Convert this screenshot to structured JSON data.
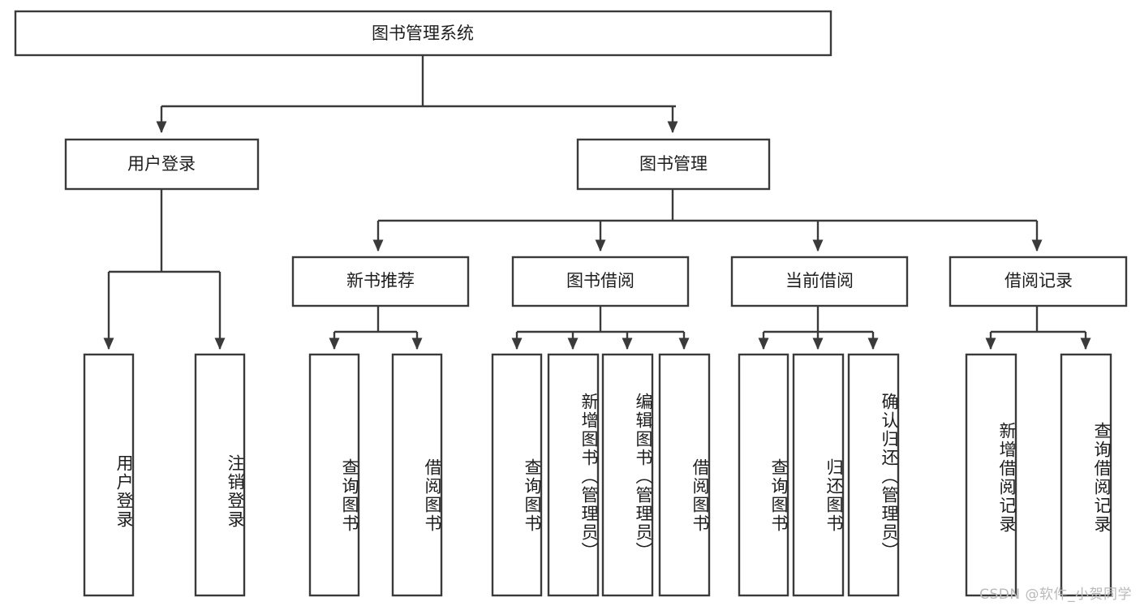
{
  "diagram": {
    "type": "tree-hierarchy-diagram",
    "title": "图书管理系统",
    "root": {
      "id": "root",
      "label": "图书管理系统",
      "orientation": "horizontal"
    },
    "level2": [
      {
        "id": "user-login",
        "label": "用户登录",
        "orientation": "horizontal"
      },
      {
        "id": "book-management",
        "label": "图书管理",
        "orientation": "horizontal"
      }
    ],
    "level3": [
      {
        "id": "new-book-recommend",
        "label": "新书推荐",
        "parent": "book-management",
        "orientation": "horizontal"
      },
      {
        "id": "book-borrow",
        "label": "图书借阅",
        "parent": "book-management",
        "orientation": "horizontal"
      },
      {
        "id": "current-borrow",
        "label": "当前借阅",
        "parent": "book-management",
        "orientation": "horizontal"
      },
      {
        "id": "borrow-record",
        "label": "借阅记录",
        "parent": "book-management",
        "orientation": "horizontal"
      }
    ],
    "leaves": [
      {
        "id": "leaf-user-login",
        "label": "用户登录",
        "parent": "user-login",
        "orientation": "vertical"
      },
      {
        "id": "leaf-user-logout",
        "label": "注销登录",
        "parent": "user-login",
        "orientation": "vertical"
      },
      {
        "id": "leaf-query-book-1",
        "label": "查询图书",
        "parent": "new-book-recommend",
        "orientation": "vertical"
      },
      {
        "id": "leaf-borrow-book-1",
        "label": "借阅图书",
        "parent": "new-book-recommend",
        "orientation": "vertical"
      },
      {
        "id": "leaf-query-book-2",
        "label": "查询图书",
        "parent": "book-borrow",
        "orientation": "vertical"
      },
      {
        "id": "leaf-add-book",
        "label": "新增图书（管理员）",
        "parent": "book-borrow",
        "orientation": "vertical"
      },
      {
        "id": "leaf-edit-book",
        "label": "编辑图书（管理员）",
        "parent": "book-borrow",
        "orientation": "vertical"
      },
      {
        "id": "leaf-borrow-book-2",
        "label": "借阅图书",
        "parent": "book-borrow",
        "orientation": "vertical"
      },
      {
        "id": "leaf-query-book-3",
        "label": "查询图书",
        "parent": "current-borrow",
        "orientation": "vertical"
      },
      {
        "id": "leaf-return-book",
        "label": "归还图书",
        "parent": "current-borrow",
        "orientation": "vertical"
      },
      {
        "id": "leaf-confirm-return",
        "label": "确认归还（管理员）",
        "parent": "current-borrow",
        "orientation": "vertical"
      },
      {
        "id": "leaf-add-record",
        "label": "新增借阅记录",
        "parent": "borrow-record",
        "orientation": "vertical"
      },
      {
        "id": "leaf-query-record",
        "label": "查询借阅记录",
        "parent": "borrow-record",
        "orientation": "vertical"
      }
    ],
    "colors": {
      "stroke": "#3a3a3a",
      "fill": "#ffffff",
      "text": "#1d1d1d",
      "watermark": "#b9b9b9"
    }
  },
  "watermark": {
    "text": "CSDN @软件_小贺同学"
  }
}
